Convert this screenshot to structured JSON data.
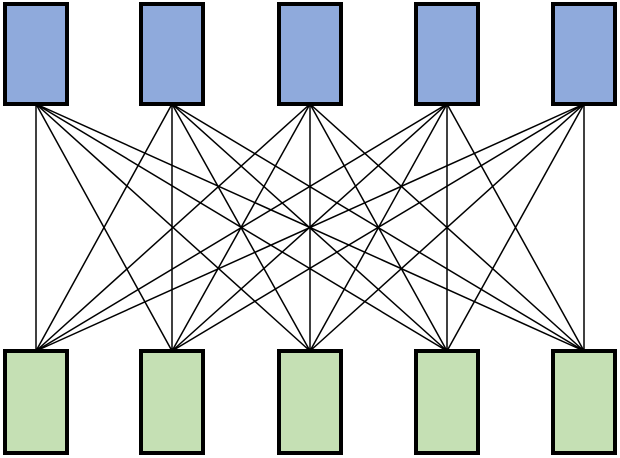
{
  "diagram": {
    "top_nodes": [
      {
        "id": "t1"
      },
      {
        "id": "t2"
      },
      {
        "id": "t3"
      },
      {
        "id": "t4"
      },
      {
        "id": "t5"
      }
    ],
    "bottom_nodes": [
      {
        "id": "b1"
      },
      {
        "id": "b2"
      },
      {
        "id": "b3"
      },
      {
        "id": "b4"
      },
      {
        "id": "b5"
      }
    ],
    "topology": "full-mesh",
    "colors": {
      "top_fill": "#8faadc",
      "bottom_fill": "#c5e0b4",
      "stroke": "#000000",
      "background": "#ffffff"
    }
  }
}
